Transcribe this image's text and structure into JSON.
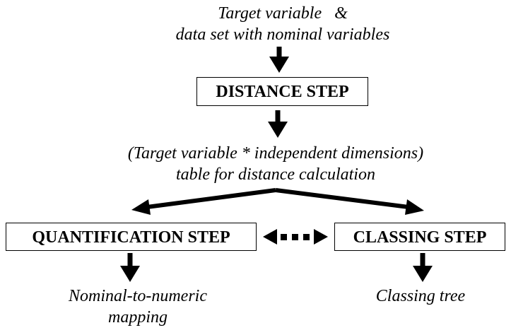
{
  "input": {
    "line1": "Target variable   &",
    "line2": "data set with nominal variables"
  },
  "distance_step": {
    "label": "DISTANCE STEP"
  },
  "table": {
    "line1": "(Target variable * independent dimensions)",
    "line2": "table for distance calculation"
  },
  "quantification_step": {
    "label": "QUANTIFICATION STEP"
  },
  "classing_step": {
    "label": "CLASSING STEP"
  },
  "mapping_output": {
    "line1": "Nominal-to-numeric",
    "line2": "mapping"
  },
  "classing_output": {
    "label": "Classing tree"
  }
}
